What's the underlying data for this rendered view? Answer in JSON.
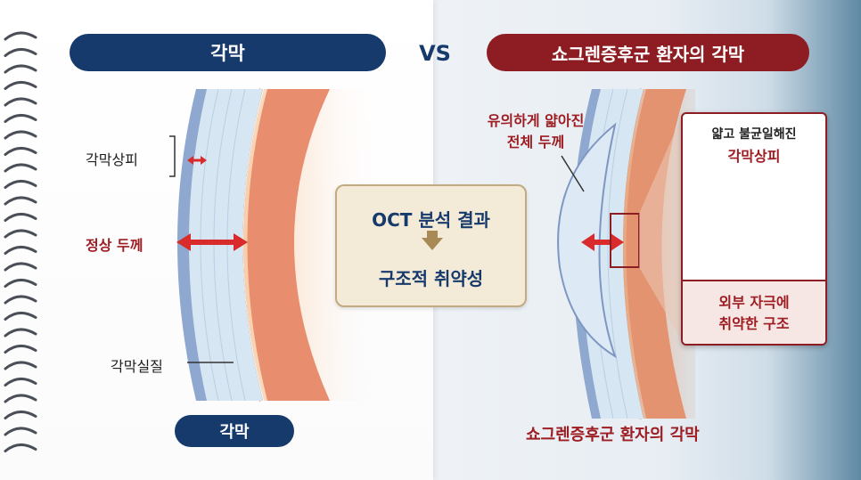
{
  "left_panel": {
    "title": "각막",
    "epithelium_label": "각막상피",
    "thickness_label": "정상 두께",
    "stroma_label": "각막실질",
    "bottom_label": "각막"
  },
  "vs_label": "VS",
  "center_box": {
    "line1": "OCT 분석 결과",
    "line2": "구조적 취약성"
  },
  "right_panel": {
    "title": "쇼그렌증후군 환자의 각막",
    "thinning_label_line1": "유의하게 얇아진",
    "thinning_label_line2": "전체 두께",
    "bottom_label": "쇼그렌증후군 환자의 각막",
    "inset": {
      "title_line1": "얇고 불균일해진",
      "title_line2": "각막상피",
      "bottom_line1": "외부 자극에",
      "bottom_line2": "취약한 구조"
    }
  },
  "colors": {
    "navy": "#173a6c",
    "crimson": "#8d1d22",
    "arrow_red": "#d92b2b",
    "stroma_blue": "#cfe0ee",
    "epithelium_blue": "#8ea8cf",
    "iris_orange": "#f3b98f"
  }
}
